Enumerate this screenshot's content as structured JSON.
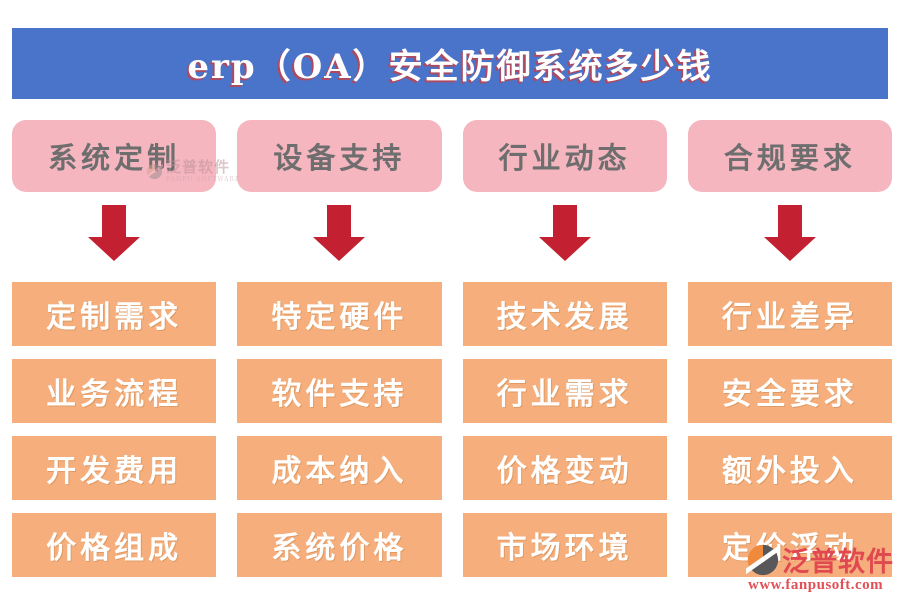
{
  "title": "erp（OA）安全防御系统多少钱",
  "columns": [
    {
      "header": "系统定制",
      "items": [
        "定制需求",
        "业务流程",
        "开发费用",
        "价格组成"
      ]
    },
    {
      "header": "设备支持",
      "items": [
        "特定硬件",
        "软件支持",
        "成本纳入",
        "系统价格"
      ]
    },
    {
      "header": "行业动态",
      "items": [
        "技术发展",
        "行业需求",
        "价格变动",
        "市场环境"
      ]
    },
    {
      "header": "合规要求",
      "items": [
        "行业差异",
        "安全要求",
        "额外投入",
        "定价浮动"
      ]
    }
  ],
  "branding": {
    "name": "泛普软件",
    "url": "www.fanpusoft.com",
    "subtext": "FANPU SOFTWARE"
  },
  "icons": {
    "arrow": "down-arrow-icon",
    "logo": "fanpu-logo-icon"
  },
  "colors": {
    "banner_blue": "#4a74c9",
    "header_pink": "#f5b6c0",
    "item_orange": "#f5ae7c",
    "arrow_red": "#c32031",
    "header_text": "#6e6e6e",
    "item_text": "#ffffff",
    "brand_red": "#e0494f"
  }
}
